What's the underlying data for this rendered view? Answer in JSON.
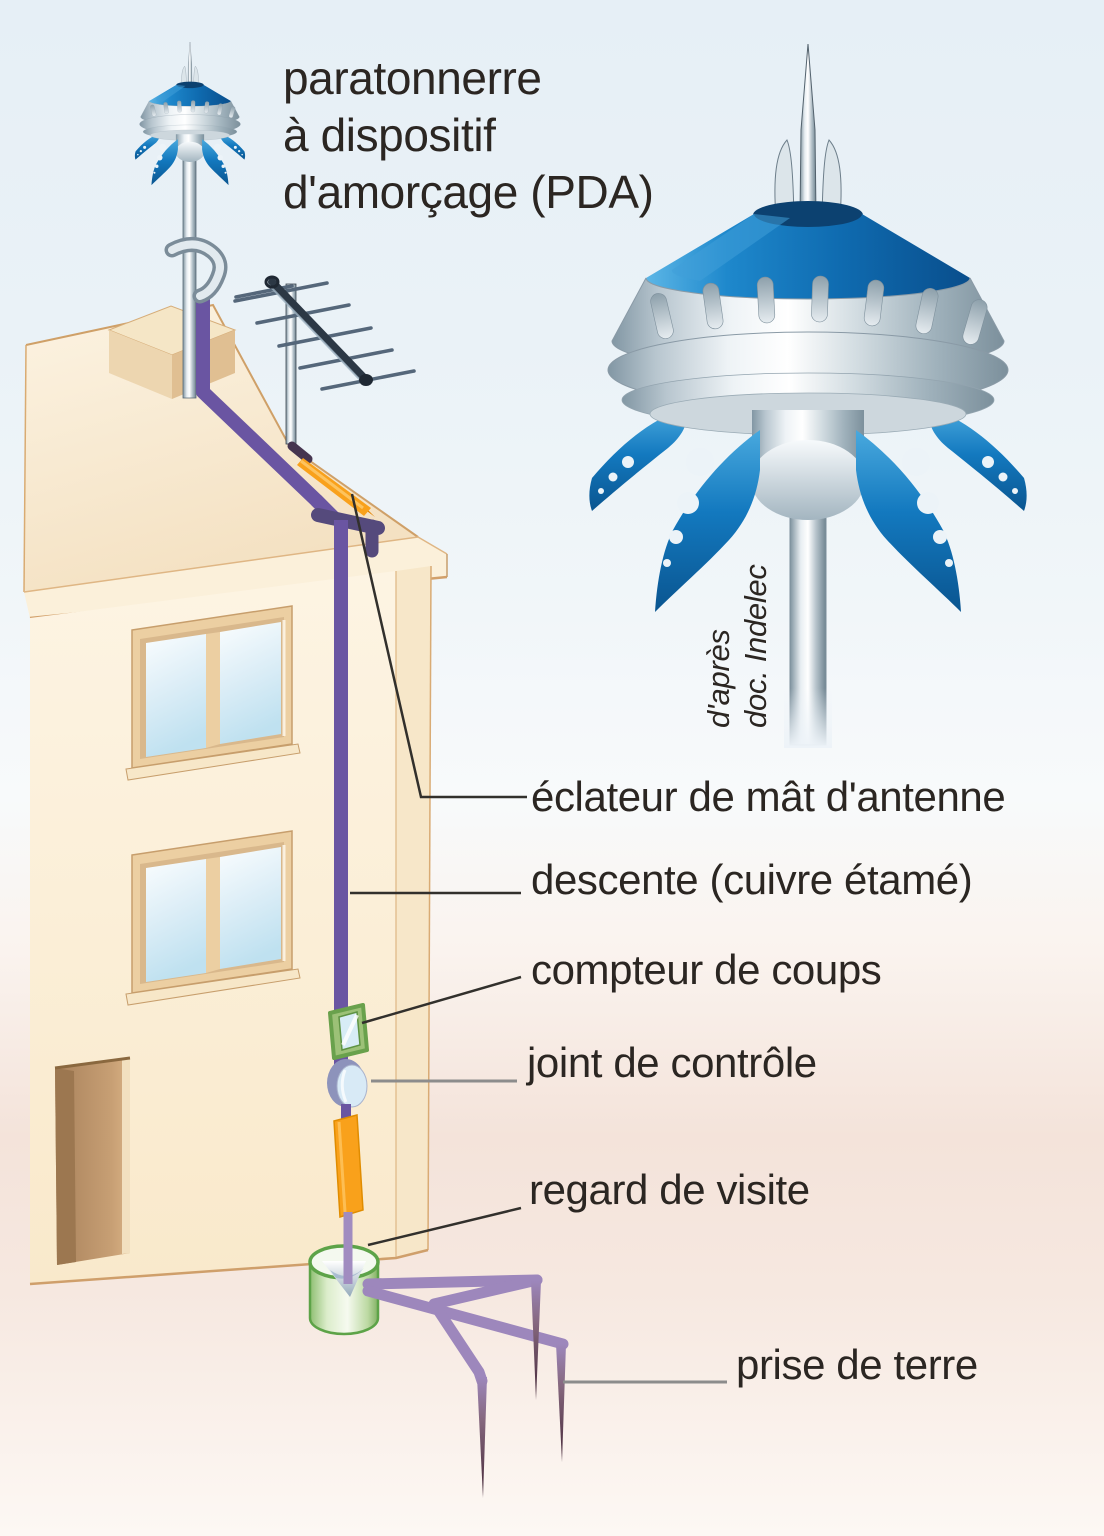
{
  "figure": {
    "title": {
      "lines": [
        "paratonnerre",
        "à dispositif",
        "d'amorçage (PDA)"
      ]
    },
    "credit": {
      "lines": [
        "d'après",
        "doc. Indelec"
      ]
    },
    "labels": {
      "eclateur": "éclateur de mât d'antenne",
      "descente": "descente (cuivre étamé)",
      "compteur": "compteur de coups",
      "joint": "joint de contrôle",
      "regard": "regard de visite",
      "prise": "prise de terre"
    },
    "colors": {
      "text": "#2b2622",
      "leader_dark": "#32302c",
      "leader_gray": "#8c8c8c",
      "cable_purple": "#6a55a2",
      "cable_lilac": "#a18cc0",
      "elbow_purple": "#554a7c",
      "conductor_lilac": "#9d87bc",
      "spike_dark": "#432636",
      "orange": "#f9a11b",
      "device_blue": "#1176bd",
      "counter_green": "#9cc177",
      "pit_green": "#5da348",
      "wall_cream": "#fdf2de",
      "roof_cream": "#f9ecd6",
      "sky": "#e7f0f6",
      "ground": "#f3e1d9"
    }
  }
}
